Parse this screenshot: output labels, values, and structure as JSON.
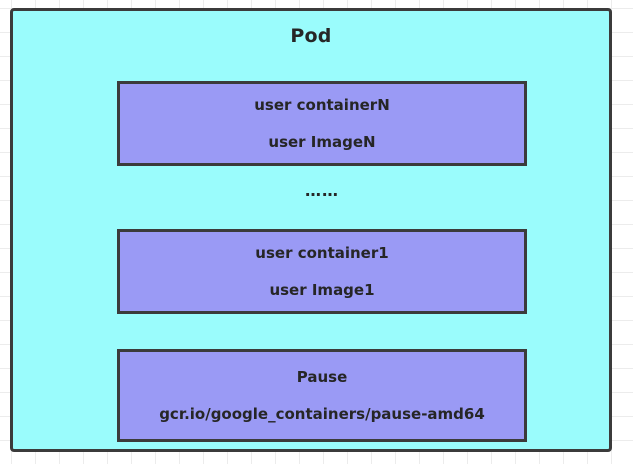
{
  "diagram": {
    "title": "Pod",
    "background_color": "#ffffff",
    "grid_color": "#ececec",
    "pod_fill_color": "#9afcfc",
    "container_fill_color": "#9a9af5",
    "border_color": "#3b3b3b",
    "text_color": "#262626",
    "ellipsis": "……",
    "containers": [
      {
        "name": "user containerN",
        "image": "user ImageN"
      },
      {
        "name": "user container1",
        "image": "user Image1"
      },
      {
        "name": "Pause",
        "image": "gcr.io/google_containers/pause-amd64"
      }
    ]
  }
}
